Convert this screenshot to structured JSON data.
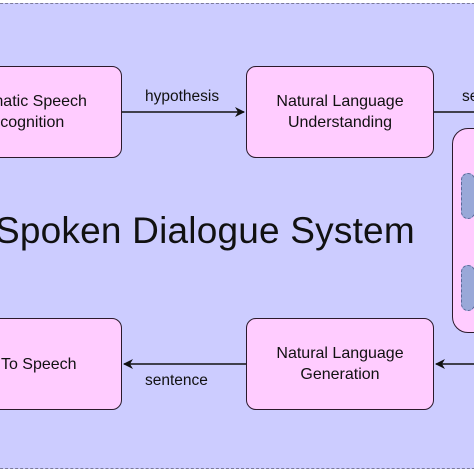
{
  "diagram": {
    "title": "Spoken Dialogue System",
    "nodes": {
      "asr": {
        "line1": "Automatic Speech",
        "line2": "Recognition"
      },
      "nlu": {
        "line1": "Natural Language",
        "line2": "Understanding"
      },
      "nlg": {
        "line1": "Natural Language",
        "line2": "Generation"
      },
      "tts": {
        "line1": "Text To Speech"
      }
    },
    "edges": {
      "asr_to_nlu": "hypothesis",
      "nlu_to_dm": "semantics",
      "nlg_to_tts": "sentence"
    },
    "colors": {
      "background": "#ccccff",
      "node_fill": "#ffccff",
      "node_border": "#2b1a2b",
      "chip_fill": "#99a8d8"
    }
  }
}
